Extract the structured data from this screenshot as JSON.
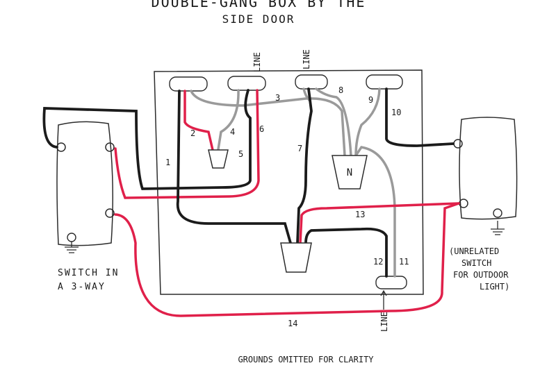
{
  "title_top": "DOUBLE-GANG BOX BY THE",
  "title_bottom": "SIDE DOOR",
  "line_label": "LINE",
  "neutral_label": "N",
  "left_switch_caption": [
    "SWITCH IN",
    "A 3-WAY"
  ],
  "right_switch_caption": [
    "(UNRELATED",
    "SWITCH",
    "FOR OUTDOOR",
    "LIGHT)"
  ],
  "footer_note": "GROUNDS OMITTED FOR CLARITY",
  "wire_numbers": [
    "1",
    "2",
    "3",
    "4",
    "5",
    "6",
    "7",
    "8",
    "9",
    "10",
    "11",
    "12",
    "13",
    "14"
  ],
  "colors": {
    "hot_black": "#1b1b1b",
    "traveler_red": "#e0204a",
    "neutral_grey": "#9a9a9a",
    "outline": "#2b2b2b"
  }
}
